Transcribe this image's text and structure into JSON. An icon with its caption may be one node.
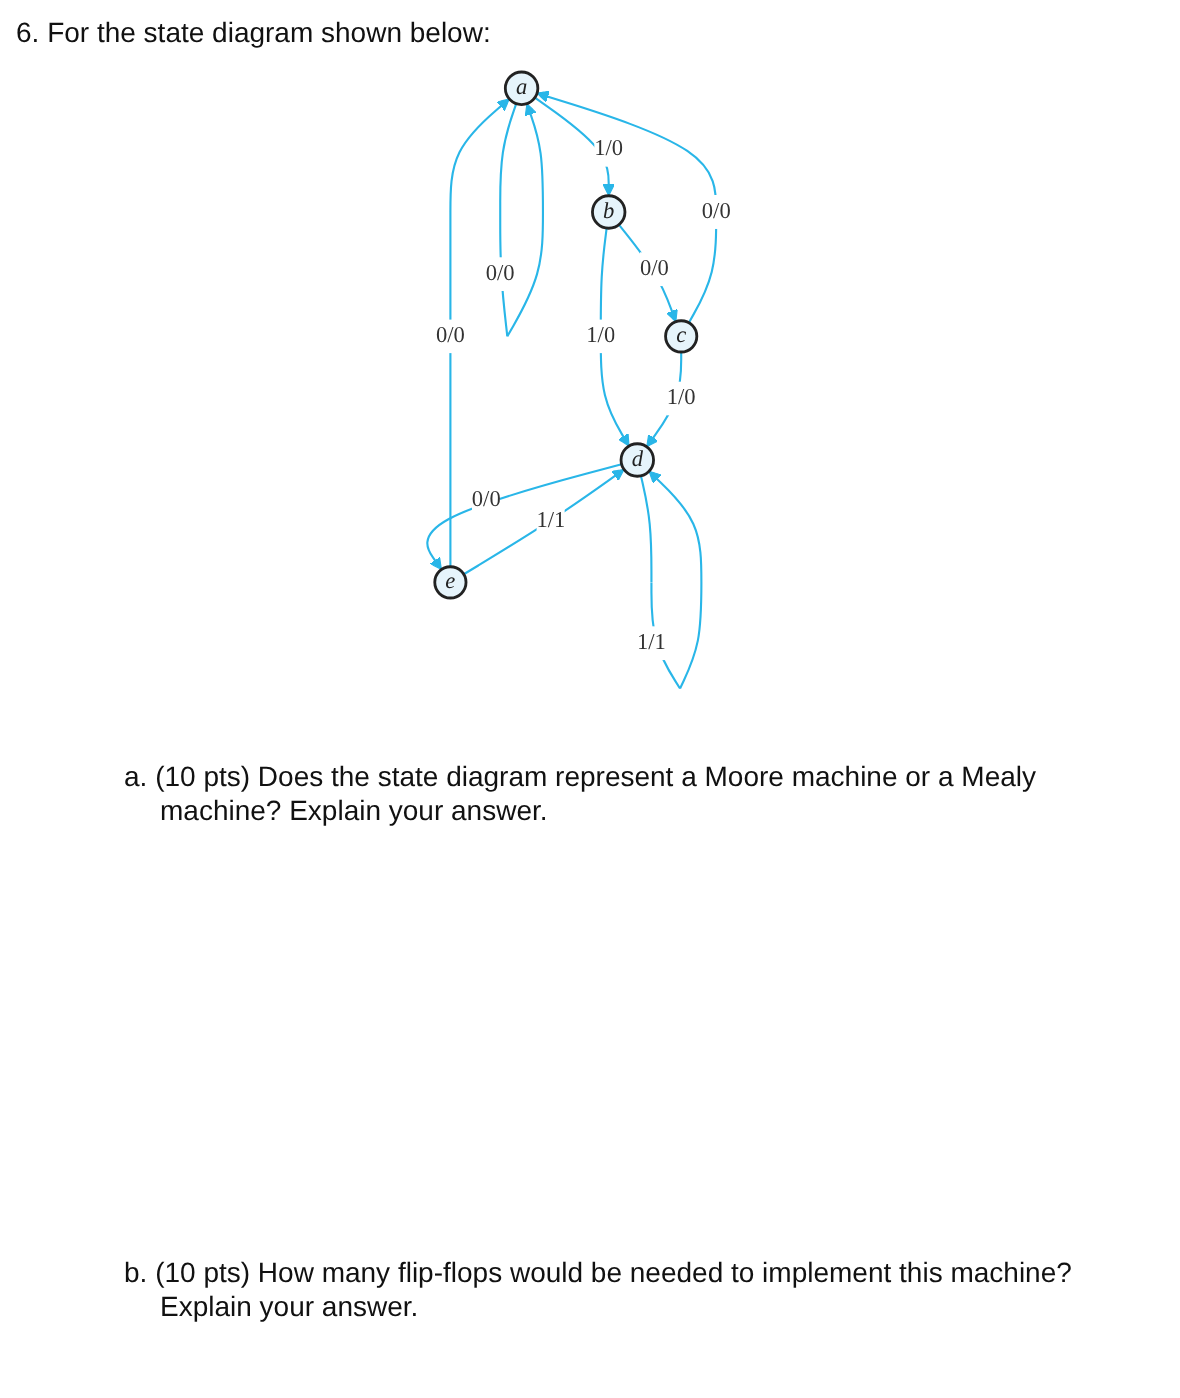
{
  "diagram": {
    "title": "6. For the state diagram shown below:",
    "nodes": [
      {
        "text": [
          "a"
        ]
      },
      {
        "text": [
          "e"
        ]
      },
      {
        "text": [
          "b"
        ]
      },
      {
        "text": [
          "c"
        ]
      },
      {
        "text": [
          "d"
        ]
      }
    ],
    "edges": [
      {
        "from": 0,
        "to": 0,
        "label": "0/0",
        "arrow": "to"
      },
      {
        "from": 1,
        "to": 0,
        "label": "0/0",
        "arrow": "to"
      },
      {
        "from": 3,
        "to": 0,
        "label": "0/0",
        "arrow": "to"
      },
      {
        "from": 0,
        "to": 2,
        "label": "1/0",
        "arrow": "to"
      },
      {
        "from": 2,
        "to": 3,
        "label": "0/0",
        "arrow": "to"
      },
      {
        "from": 1,
        "to": 4,
        "label": "1/1",
        "arrow": "to"
      },
      {
        "from": 4,
        "to": 1,
        "label": "0/0",
        "arrow": "to"
      },
      {
        "from": 2,
        "to": 4,
        "label": "1/0",
        "arrow": "to"
      },
      {
        "from": 3,
        "to": 4,
        "label": "1/0",
        "arrow": "to"
      },
      {
        "from": 4,
        "to": 4,
        "label": "1/1",
        "arrow": "to"
      }
    ],
    "labels": [
      "a. (10 pts) Does the state diagram represent a Moore machine or a Mealy machine? Explain your answer.",
      "b. (10 pts) How many flip-flops would be needed to implement this machine? Explain your answer."
    ]
  }
}
